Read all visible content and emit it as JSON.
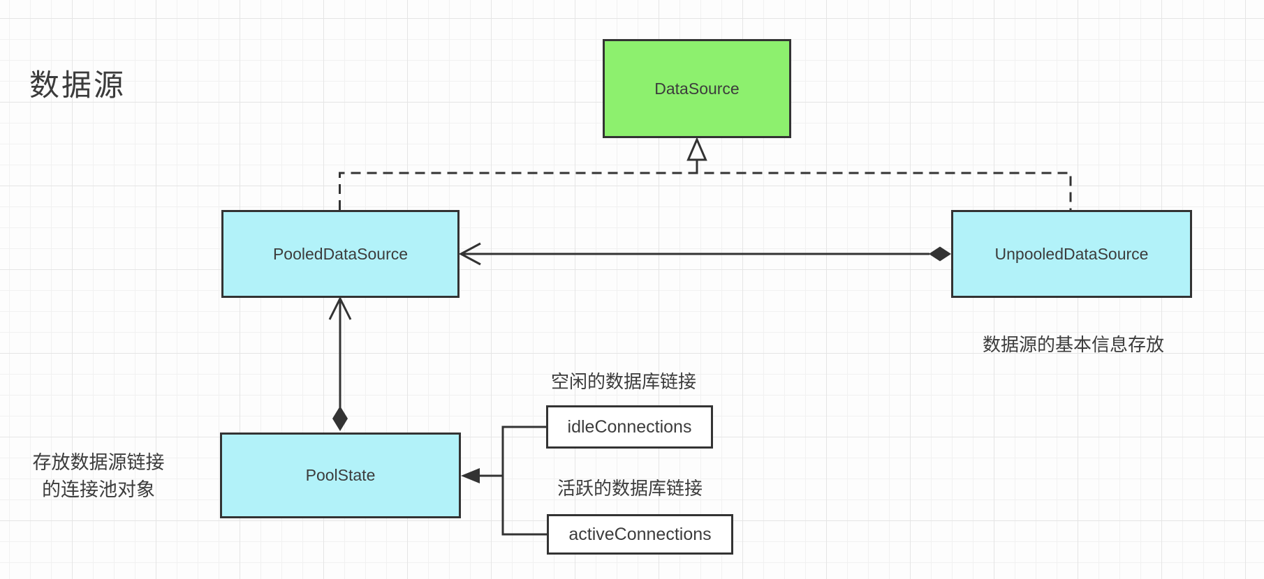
{
  "title": "数据源",
  "colors": {
    "node_green": "#8DF06E",
    "node_cyan": "#B2F2F9",
    "node_white": "#FFFFFF",
    "stroke": "#333333",
    "text": "#3C3C3C",
    "grid_minor": "#F1F1F1",
    "grid_major": "#E5E5E5",
    "background": "#FDFDFD"
  },
  "nodes": {
    "datasource": {
      "label": "DataSource"
    },
    "pooled_datasource": {
      "label": "PooledDataSource"
    },
    "unpooled_datasource": {
      "label": "UnpooledDataSource"
    },
    "pool_state": {
      "label": "PoolState"
    },
    "idle_connections": {
      "label": "idleConnections"
    },
    "active_connections": {
      "label": "activeConnections"
    }
  },
  "annotations": {
    "unpooled_note": "数据源的基本信息存放",
    "idle_note": "空闲的数据库链接",
    "active_note": "活跃的数据库链接",
    "pool_state_note_line1": "存放数据源链接",
    "pool_state_note_line2": "的连接池对象"
  }
}
